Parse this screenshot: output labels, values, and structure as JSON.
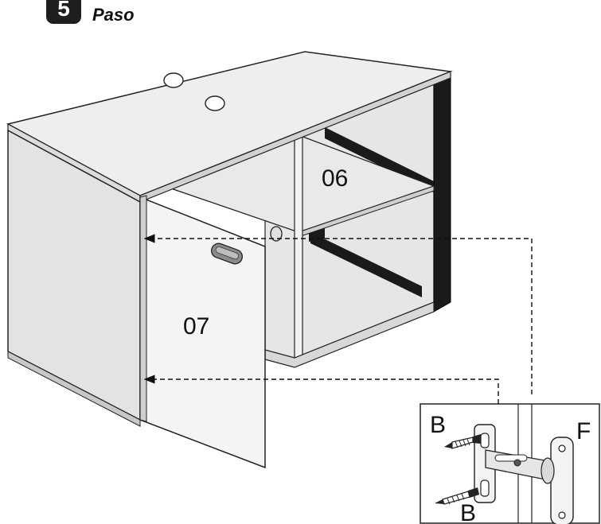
{
  "header": {
    "step_number": "5",
    "step_label": "Paso"
  },
  "parts": {
    "shelf": "06",
    "door": "07"
  },
  "detail": {
    "screw_label_top": "B",
    "screw_label_bottom": "B",
    "hinge_label": "F"
  }
}
